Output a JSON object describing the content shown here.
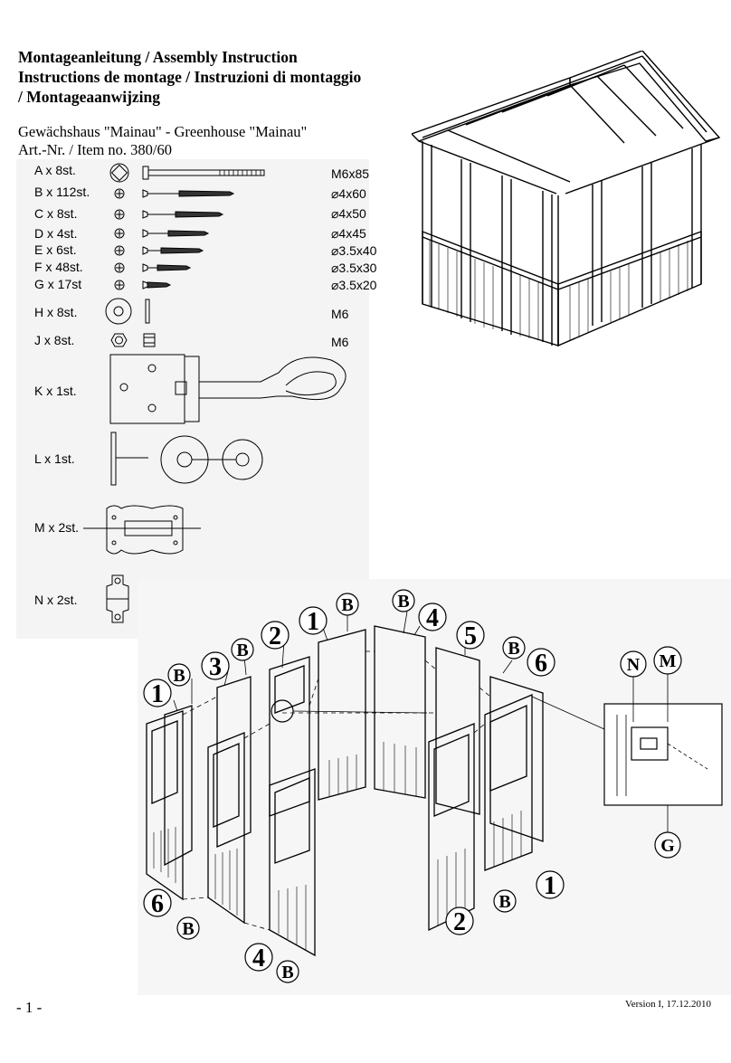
{
  "header": {
    "title_lines": [
      "Montageanleitung / Assembly Instruction",
      "Instructions de montage / Instruzioni di montaggio",
      "/ Montageaanwijzing"
    ],
    "product_line": "Gewächshaus \"Mainau\" - Greenhouse \"Mainau\"",
    "item_line": "Art.-Nr. / Item no. 380/60"
  },
  "parts": [
    {
      "label": "A x 8st.",
      "size": "M6x85"
    },
    {
      "label": "B x 112st.",
      "size": "⌀4x60"
    },
    {
      "label": "C x 8st.",
      "size": "⌀4x50"
    },
    {
      "label": "D x 4st.",
      "size": "⌀4x45"
    },
    {
      "label": "E x 6st.",
      "size": "⌀3.5x40"
    },
    {
      "label": "F x 48st.",
      "size": "⌀3.5x30"
    },
    {
      "label": "G x 17st",
      "size": "⌀3.5x20"
    },
    {
      "label": "H x 8st.",
      "size": "M6"
    },
    {
      "label": "J x 8st.",
      "size": "M6"
    },
    {
      "label": "K x 1st.",
      "size": ""
    },
    {
      "label": "L x 1st.",
      "size": ""
    },
    {
      "label": "M x 2st.",
      "size": ""
    },
    {
      "label": "N x 2st.",
      "size": ""
    }
  ],
  "callouts": {
    "n1": "1",
    "n2": "2",
    "n3": "3",
    "n4": "4",
    "n5": "5",
    "n6": "6",
    "b": "B",
    "n": "N",
    "m": "M",
    "g": "G"
  },
  "footer": {
    "page_number": "- 1 -",
    "version": "Version I, 17.12.2010"
  }
}
